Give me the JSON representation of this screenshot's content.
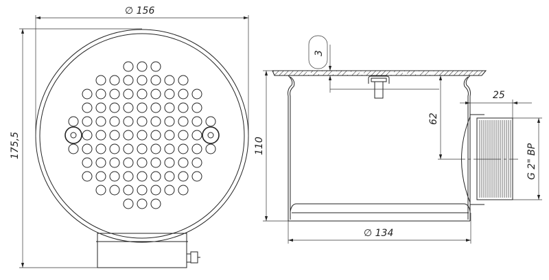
{
  "drawing": {
    "front_view": {
      "diameter_label": "∅ 156",
      "height_label": "175,5",
      "hole_rows": [
        [
          4,
          6
        ],
        [
          2,
          8
        ],
        [
          1,
          9
        ],
        [
          1,
          9
        ],
        [
          0,
          10
        ],
        [
          1,
          9
        ],
        [
          0,
          10
        ],
        [
          1,
          9
        ],
        [
          1,
          9
        ],
        [
          2,
          8
        ],
        [
          4,
          6
        ]
      ]
    },
    "side_view": {
      "height_label": "110",
      "diameter_label": "∅ 134",
      "thickness_label": "3",
      "outlet_height_label": "62",
      "outlet_length_label": "25",
      "thread_label": "G 2\" ВР"
    },
    "colors": {
      "line": "#222222",
      "background": "#ffffff"
    }
  }
}
